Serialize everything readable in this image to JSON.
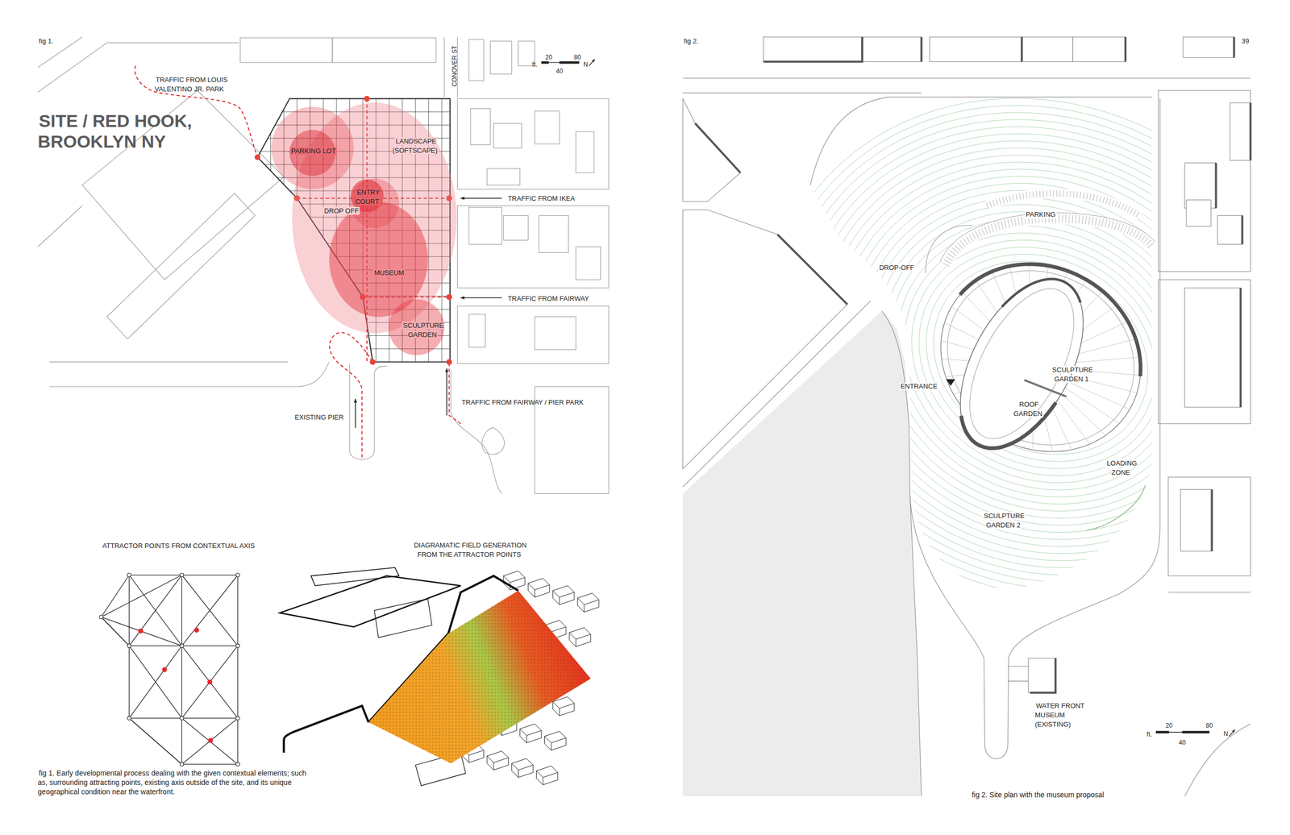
{
  "diagram": {
    "title": "SITE / RED HOOK, BROOKLYN NY",
    "caption": "fig 1. Early developmental process dealing with the given contextual elements; such as, surrounding attracting points, existing axis outside of the site, and its unique geographical condition near the waterfront.",
    "nodes": [
      {
        "text": [
          "LANDSCAPE (SOFTSCAPE)"
        ]
      },
      {
        "text": [
          "PARKING LOT"
        ]
      },
      {
        "text": [
          "ENTRY COURT"
        ]
      },
      {
        "text": [
          "MUSEUM"
        ]
      },
      {
        "text": [
          "SCULPTURE GARDEN"
        ]
      }
    ],
    "labels": [
      "fig 1.",
      "CONOVER ST",
      "20",
      "80",
      "40",
      "ft.",
      "N",
      "TRAFFIC FROM LOUIS VALENTINO JR. PARK",
      "DROP OFF",
      "TRAFFIC FROM IKEA",
      "TRAFFIC FROM FAIRWAY",
      "EXISTING PIER",
      "TRAFFIC FROM FAIRWAY / PIER PARK",
      "ATTRACTOR POINTS FROM CONTEXTUAL AXIS",
      "DIAGRAMATIC FIELD GENERATION FROM THE ATTRACTOR POINTS",
      "fig 2.",
      "39",
      "PARKING",
      "DROP-OFF",
      "ENTRANCE",
      "SCULPTURE GARDEN 1",
      "ROOF GARDEN",
      "LOADING ZONE",
      "SCULPTURE GARDEN 2",
      "WATER FRONT MUSEUM (EXISTING)",
      "20",
      "80",
      "40",
      "ft.",
      "N",
      "fig 2. Site plan with the museum proposal"
    ]
  }
}
